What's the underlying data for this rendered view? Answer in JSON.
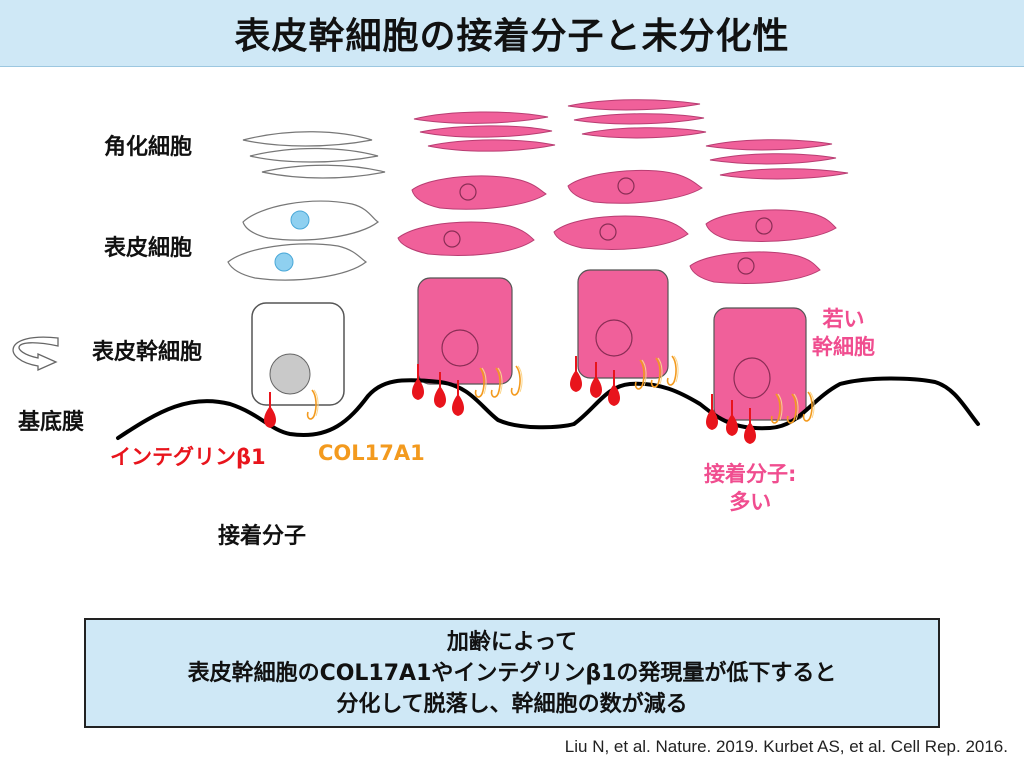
{
  "title": "表皮幹細胞の接着分子と未分化性",
  "labels": {
    "keratinocyte": "角化細胞",
    "epidermal_cell": "表皮細胞",
    "epidermal_stem_cell": "表皮幹細胞",
    "basement_membrane": "基底膜",
    "integrin": "インテグリンβ1",
    "col17a1": "COL17A1",
    "adhesion_molecule": "接着分子",
    "young_stem_cell_line1": "若い",
    "young_stem_cell_line2": "幹細胞",
    "many_adhesion_line1": "接着分子:",
    "many_adhesion_line2": "多い"
  },
  "summary": {
    "line1": "加齢によって",
    "line2": "表皮幹細胞のCOL17A1やインテグリンβ1の発現量が低下すると",
    "line3": "分化して脱落し、幹細胞の数が減る"
  },
  "citation": "Liu N, et al. Nature. 2019. Kurbet AS, et al. Cell Rep. 2016.",
  "colors": {
    "title_bg": "#cfe8f6",
    "pink_cell": "#f0609a",
    "integrin_red": "#e8141c",
    "col17a1_orange": "#f39a1e",
    "young_label_pink": "#f04d8f"
  },
  "icons": [
    "rotate-arrow-icon"
  ]
}
